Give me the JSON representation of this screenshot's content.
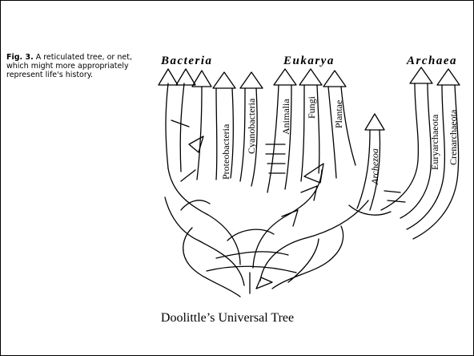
{
  "caption": {
    "lead": "Fig. 3.",
    "text": "A reticulated tree, or net, which might more appropriately represent life's history."
  },
  "groups": {
    "bacteria": "Bacteria",
    "eukarya": "Eukarya",
    "archaea": "Archaea"
  },
  "branches": {
    "proteobacteria": "Proteobacteria",
    "cyanobacteria": "Cyanobacteria",
    "animalia": "Animalia",
    "fungi": "Fungi",
    "plantae": "Plantae",
    "archezoa": "Archezoa",
    "euryarchaeota": "Euryarchaeota",
    "crenarchaeota": "Crenarchaeota"
  },
  "title": "Doolittle’s Universal Tree"
}
